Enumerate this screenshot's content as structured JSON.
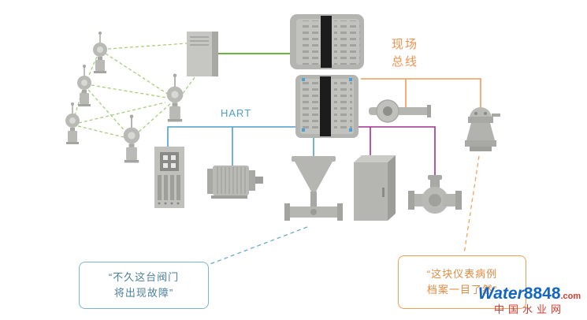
{
  "labels": {
    "hart": "HART",
    "fieldbus": {
      "line1": "现场",
      "line2": "总线"
    }
  },
  "callouts": {
    "valve_prediction": {
      "line1": "“不久这台阀门",
      "line2": "将出现故障”"
    },
    "meter_history": {
      "line1": "“这块仪表病例",
      "line2": "档案一目了然”"
    }
  },
  "watermark": {
    "brand": "Water",
    "number": "8848",
    "tld": ".com",
    "site": "中国水业网"
  },
  "colors": {
    "wired_green": "#6cb33f",
    "wireless_mesh_green": "#a9cc7d",
    "hart_blue": "#4f9fc8",
    "fieldbus_orange": "#f29a55",
    "profibus_purple": "#a1318e",
    "device_gray": "#b9b9b5"
  }
}
